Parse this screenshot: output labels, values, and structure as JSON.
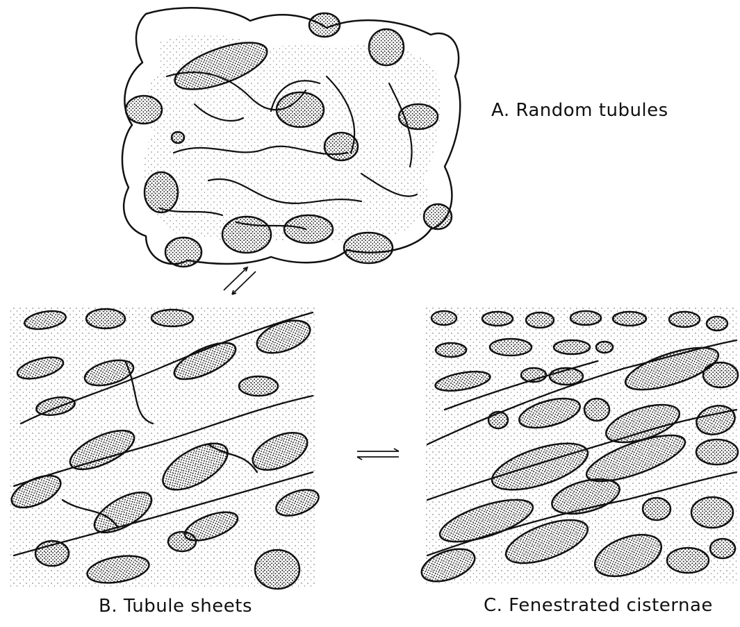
{
  "panels": {
    "a": {
      "label": "A. Random tubules"
    },
    "b": {
      "label": "B. Tubule sheets"
    },
    "c": {
      "label": "C. Fenestrated cisternae"
    }
  },
  "style": {
    "ink": "#111111",
    "stipple": "#1a1a1a",
    "background": "#ffffff"
  }
}
